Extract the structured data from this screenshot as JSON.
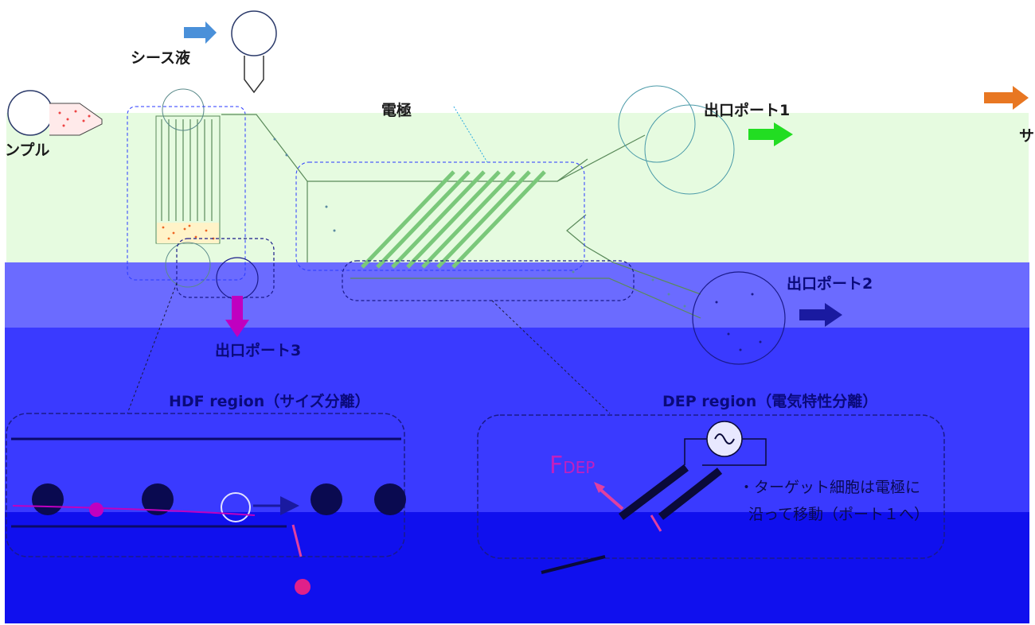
{
  "labels": {
    "sheath_liquid": "シース液",
    "sample": "ンプル",
    "electrode": "電極",
    "outlet_port_1": "出口ポート1",
    "outlet_port_2": "出口ポート2",
    "outlet_port_3": "出口ポート3",
    "right_edge_char": "サ",
    "hdf_region_title": "HDF region（サイズ分離）",
    "dep_region_title": "DEP region（電気特性分離）",
    "f_dep_main": "F",
    "f_dep_sub": "DEP",
    "dep_bullet_1": "・ターゲット細胞は電極に",
    "dep_bullet_2": "沿って移動（ポート１へ）"
  },
  "colors": {
    "light_green_band": "#e6fbe0",
    "upper_blue_band": "#6b6bff",
    "lower_blue_band": "#3a3aff",
    "bottom_blue_band": "#1010ee",
    "label_dark": "#1a1a1a",
    "label_blue": "#0a0a7a",
    "arrow_blue": "#4a90d9",
    "arrow_green": "#22dd22",
    "arrow_orange": "#e87722",
    "arrow_magenta": "#c000c0",
    "arrow_navy": "#1a1aa0",
    "f_dep_color": "#c020c0",
    "channel_line": "#5a8a5a",
    "electrode_green": "#7ac87a",
    "dashed_blue": "#2a3aff"
  }
}
